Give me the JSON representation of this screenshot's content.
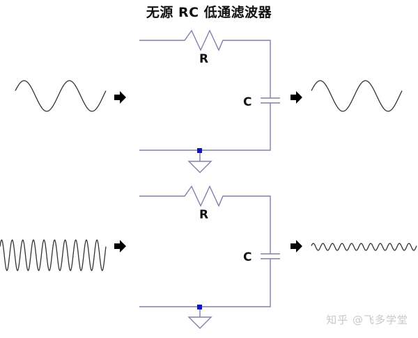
{
  "title": "无源 RC 低通滤波器",
  "watermark": "知乎 @飞多学堂",
  "colors": {
    "wire": "#7f80a8",
    "node": "#1010d0",
    "wave": "#333333",
    "arrow": "#000000"
  },
  "panels": [
    {
      "name": "low-frequency",
      "resistor_label": "R",
      "capacitor_label": "C",
      "input_wave": {
        "cycles": 2,
        "amplitude": "full"
      },
      "output_wave": {
        "cycles": 2,
        "amplitude": "full"
      }
    },
    {
      "name": "high-frequency",
      "resistor_label": "R",
      "capacitor_label": "C",
      "input_wave": {
        "cycles": 10,
        "amplitude": "full"
      },
      "output_wave": {
        "cycles": 11,
        "amplitude": "attenuated"
      }
    }
  ]
}
